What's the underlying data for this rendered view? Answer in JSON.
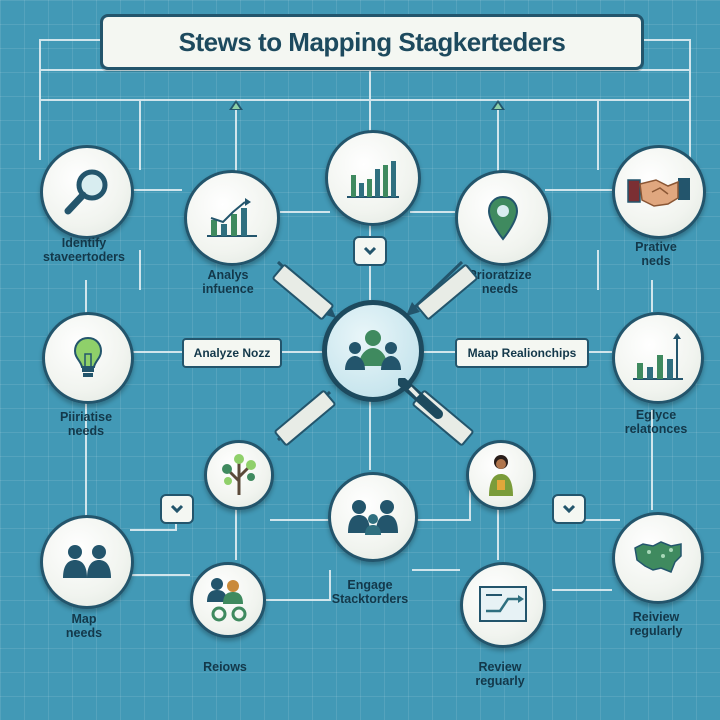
{
  "title": "Stews to Mapping Stagkerteders",
  "nodes": {
    "identify": {
      "label_line1": "Identify",
      "label_line2": "staveertoders",
      "icon": "magnifier-icon"
    },
    "analyze_influence": {
      "label_line1": "Analys",
      "label_line2": "infuence",
      "icon": "bar-chart-icon"
    },
    "top_chart": {
      "icon": "bar-chart-icon"
    },
    "prioritize_top": {
      "label_line1": "Prioratzize",
      "label_line2": "needs",
      "icon": "location-pin-icon"
    },
    "prative": {
      "label_line1": "Prative",
      "label_line2": "neds",
      "icon": "handshake-icon"
    },
    "prioritise_left": {
      "label_line1": "Piiriatise",
      "label_line2": "needs",
      "icon": "lightbulb-icon"
    },
    "center": {
      "icon": "magnifier-people-icon"
    },
    "eglyce": {
      "label_line1": "Eglyce",
      "label_line2": "relatonces",
      "icon": "bar-chart-icon"
    },
    "tree": {
      "icon": "tree-icon"
    },
    "person": {
      "icon": "person-icon"
    },
    "map_needs": {
      "label_line1": "Map",
      "label_line2": "needs",
      "icon": "people-icon"
    },
    "reiows": {
      "label_line1": "Reiows",
      "icon": "people-gears-icon"
    },
    "engage": {
      "label_line1": "Engage",
      "label_line2": "Stacktorders",
      "icon": "group-icon"
    },
    "review_mid": {
      "label_line1": "Review",
      "label_line2": "reguarly",
      "icon": "trend-chart-icon"
    },
    "review_right": {
      "label_line1": "Reiview",
      "label_line2": "regularly",
      "icon": "map-icon"
    }
  },
  "pills": {
    "analyze_noz": "Analyze Nozz",
    "map_relationships": "Maap Realionchips"
  },
  "colors": {
    "background": "#4299b6",
    "stroke": "#23556c",
    "node_fill": "#f1f4ef",
    "accent_green": "#3f8a5f",
    "text": "#13384a"
  }
}
